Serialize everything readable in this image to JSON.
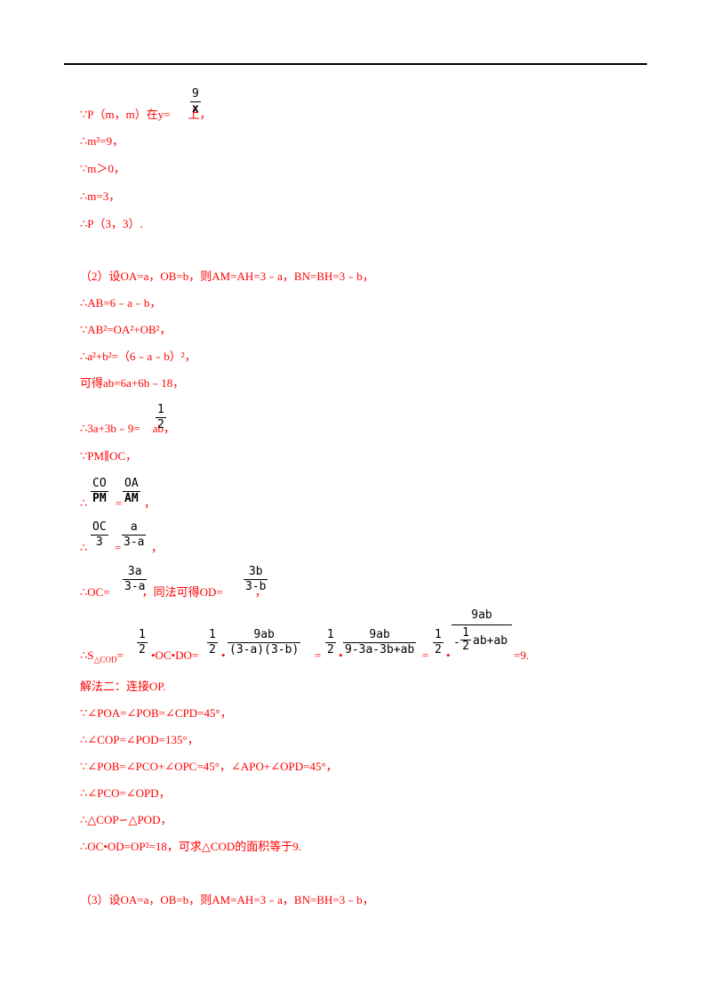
{
  "lines": {
    "l1a": "∵P（m，m）在y=",
    "l1b": "上，",
    "f1_num": "9",
    "f1_den": "x",
    "l2": "∴m²=9，",
    "l3": "∵m＞0，",
    "l4": "∴m=3，",
    "l5": "∴P（3，3）.",
    "l6": "（2）设OA=a，OB=b，则AM=AH=3﹣a，BN=BH=3﹣b，",
    "l7": "∴AB=6﹣a﹣b，",
    "l8": "∵AB²=OA²+OB²，",
    "l9": "∴a²+b²=（6﹣a﹣b）²，",
    "l10": "可得ab=6a+6b﹣18，",
    "l11a": "∴3a+3b﹣9=",
    "l11b": "ab，",
    "f2_num": "1",
    "f2_den": "2",
    "l12": "∵PM∥OC，",
    "f3a_num": "CO",
    "f3a_den": "PM",
    "f3b_num": "OA",
    "f3b_den": "AM",
    "l13_prefix": "∴",
    "l13_eq": "=",
    "l13_end": "，",
    "f4a_num": "OC",
    "f4a_den": "3",
    "f4b_num": "a",
    "f4b_den": "3-a",
    "l14_prefix": "∴",
    "l14_eq": "=",
    "l14_end": "，",
    "l15a": "∴OC=",
    "l15b": "，同法可得OD=",
    "l15c": "，",
    "f5a_num": "3a",
    "f5a_den": "3-a",
    "f5b_num": "3b",
    "f5b_den": "3-b",
    "l16a": "∴S",
    "l16sub": "△COD",
    "l16b": "=",
    "l16c": "•OC•DO=",
    "l16d": "•",
    "l16e": "=",
    "l16f": "•",
    "l16g": "=",
    "l16h": "•",
    "l16i": "=9.",
    "f6a_num": "1",
    "f6a_den": "2",
    "f6b_num": "1",
    "f6b_den": "2",
    "f6c_num": "9ab",
    "f6c_den": "(3-a)(3-b)",
    "f6d_num": "1",
    "f6d_den": "2",
    "f6e_num": "9ab",
    "f6e_den": "9-3a-3b+ab",
    "f6f_num": "1",
    "f6f_den": "2",
    "f6g_num": "9ab",
    "f6g_den_minus": "-",
    "f6g_den_half_num": "1",
    "f6g_den_half_den": "2",
    "f6g_den_rest": "ab+ab",
    "l17": "解法二：连接OP.",
    "l18": "∵∠POA=∠POB=∠CPD=45°，",
    "l19": "∴∠COP=∠POD=135°，",
    "l20": "∵∠POB=∠PCO+∠OPC=45°，∠APO+∠OPD=45°，",
    "l21": "∴∠PCO=∠OPD，",
    "l22": "∴△COP∽△POD，",
    "l23": "∴OC•OD=OP²=18，可求△COD的面积等于9.",
    "l24": "（3）设OA=a，OB=b，则AM=AH=3﹣a，BN=BH=3﹣b，"
  }
}
